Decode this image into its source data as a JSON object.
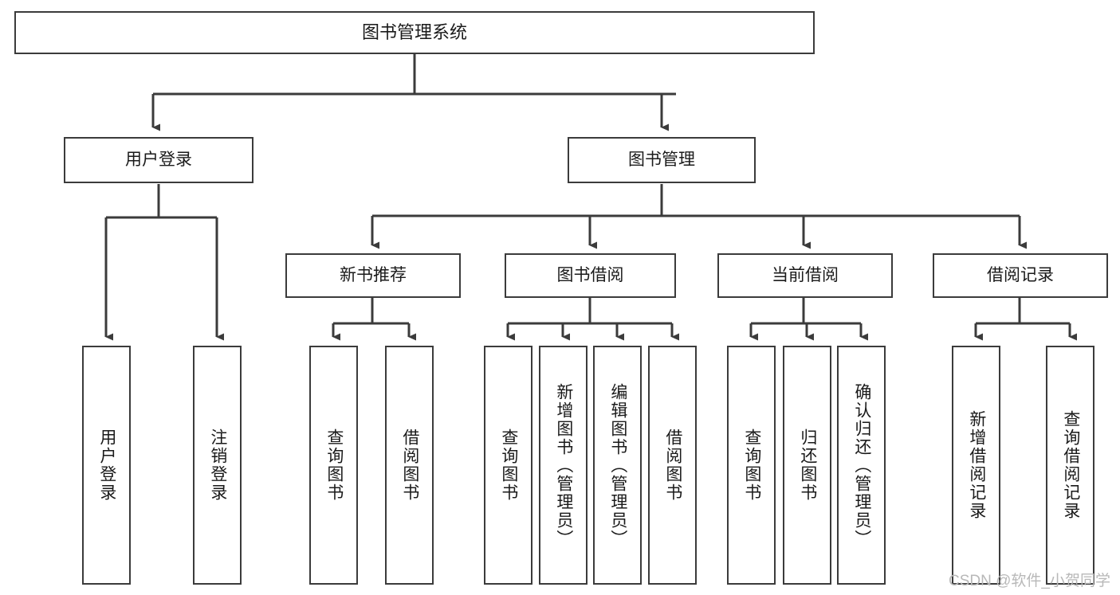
{
  "diagram": {
    "title": "图书管理系统",
    "type": "hierarchy-tree",
    "background_color": "#ffffff",
    "box_border_color": "#3b3b3b",
    "connector_color": "#3b3b3b",
    "text_color": "#1a1a1a"
  },
  "nodes": {
    "root": {
      "label": "图书管理系统",
      "level": 0,
      "orientation": "horizontal"
    },
    "user_login": {
      "label": "用户登录",
      "level": 1,
      "orientation": "horizontal"
    },
    "book_manage": {
      "label": "图书管理",
      "level": 1,
      "orientation": "horizontal"
    },
    "new_book_rec": {
      "label": "新书推荐",
      "level": 2,
      "orientation": "horizontal"
    },
    "book_borrow": {
      "label": "图书借阅",
      "level": 2,
      "orientation": "horizontal"
    },
    "current_borrow": {
      "label": "当前借阅",
      "level": 2,
      "orientation": "horizontal"
    },
    "borrow_record": {
      "label": "借阅记录",
      "level": 2,
      "orientation": "horizontal"
    },
    "leaf_user_login": {
      "label": "用户登录",
      "level": 3,
      "orientation": "vertical"
    },
    "leaf_logout": {
      "label": "注销登录",
      "level": 3,
      "orientation": "vertical"
    },
    "leaf_query_book_1": {
      "label": "查询图书",
      "level": 3,
      "orientation": "vertical"
    },
    "leaf_borrow_book_1": {
      "label": "借阅图书",
      "level": 3,
      "orientation": "vertical"
    },
    "leaf_query_book_2": {
      "label": "查询图书",
      "level": 3,
      "orientation": "vertical"
    },
    "leaf_add_book": {
      "label": "新增图书（管理员）",
      "level": 3,
      "orientation": "vertical"
    },
    "leaf_edit_book": {
      "label": "编辑图书（管理员）",
      "level": 3,
      "orientation": "vertical"
    },
    "leaf_borrow_book_2": {
      "label": "借阅图书",
      "level": 3,
      "orientation": "vertical"
    },
    "leaf_query_book_3": {
      "label": "查询图书",
      "level": 3,
      "orientation": "vertical"
    },
    "leaf_return_book": {
      "label": "归还图书",
      "level": 3,
      "orientation": "vertical"
    },
    "leaf_confirm_return": {
      "label": "确认归还（管理员）",
      "level": 3,
      "orientation": "vertical"
    },
    "leaf_add_record": {
      "label": "新增借阅记录",
      "level": 3,
      "orientation": "vertical"
    },
    "leaf_query_record": {
      "label": "查询借阅记录",
      "level": 3,
      "orientation": "vertical"
    }
  },
  "watermark": {
    "text": "CSDN @软件_小贺同学"
  }
}
